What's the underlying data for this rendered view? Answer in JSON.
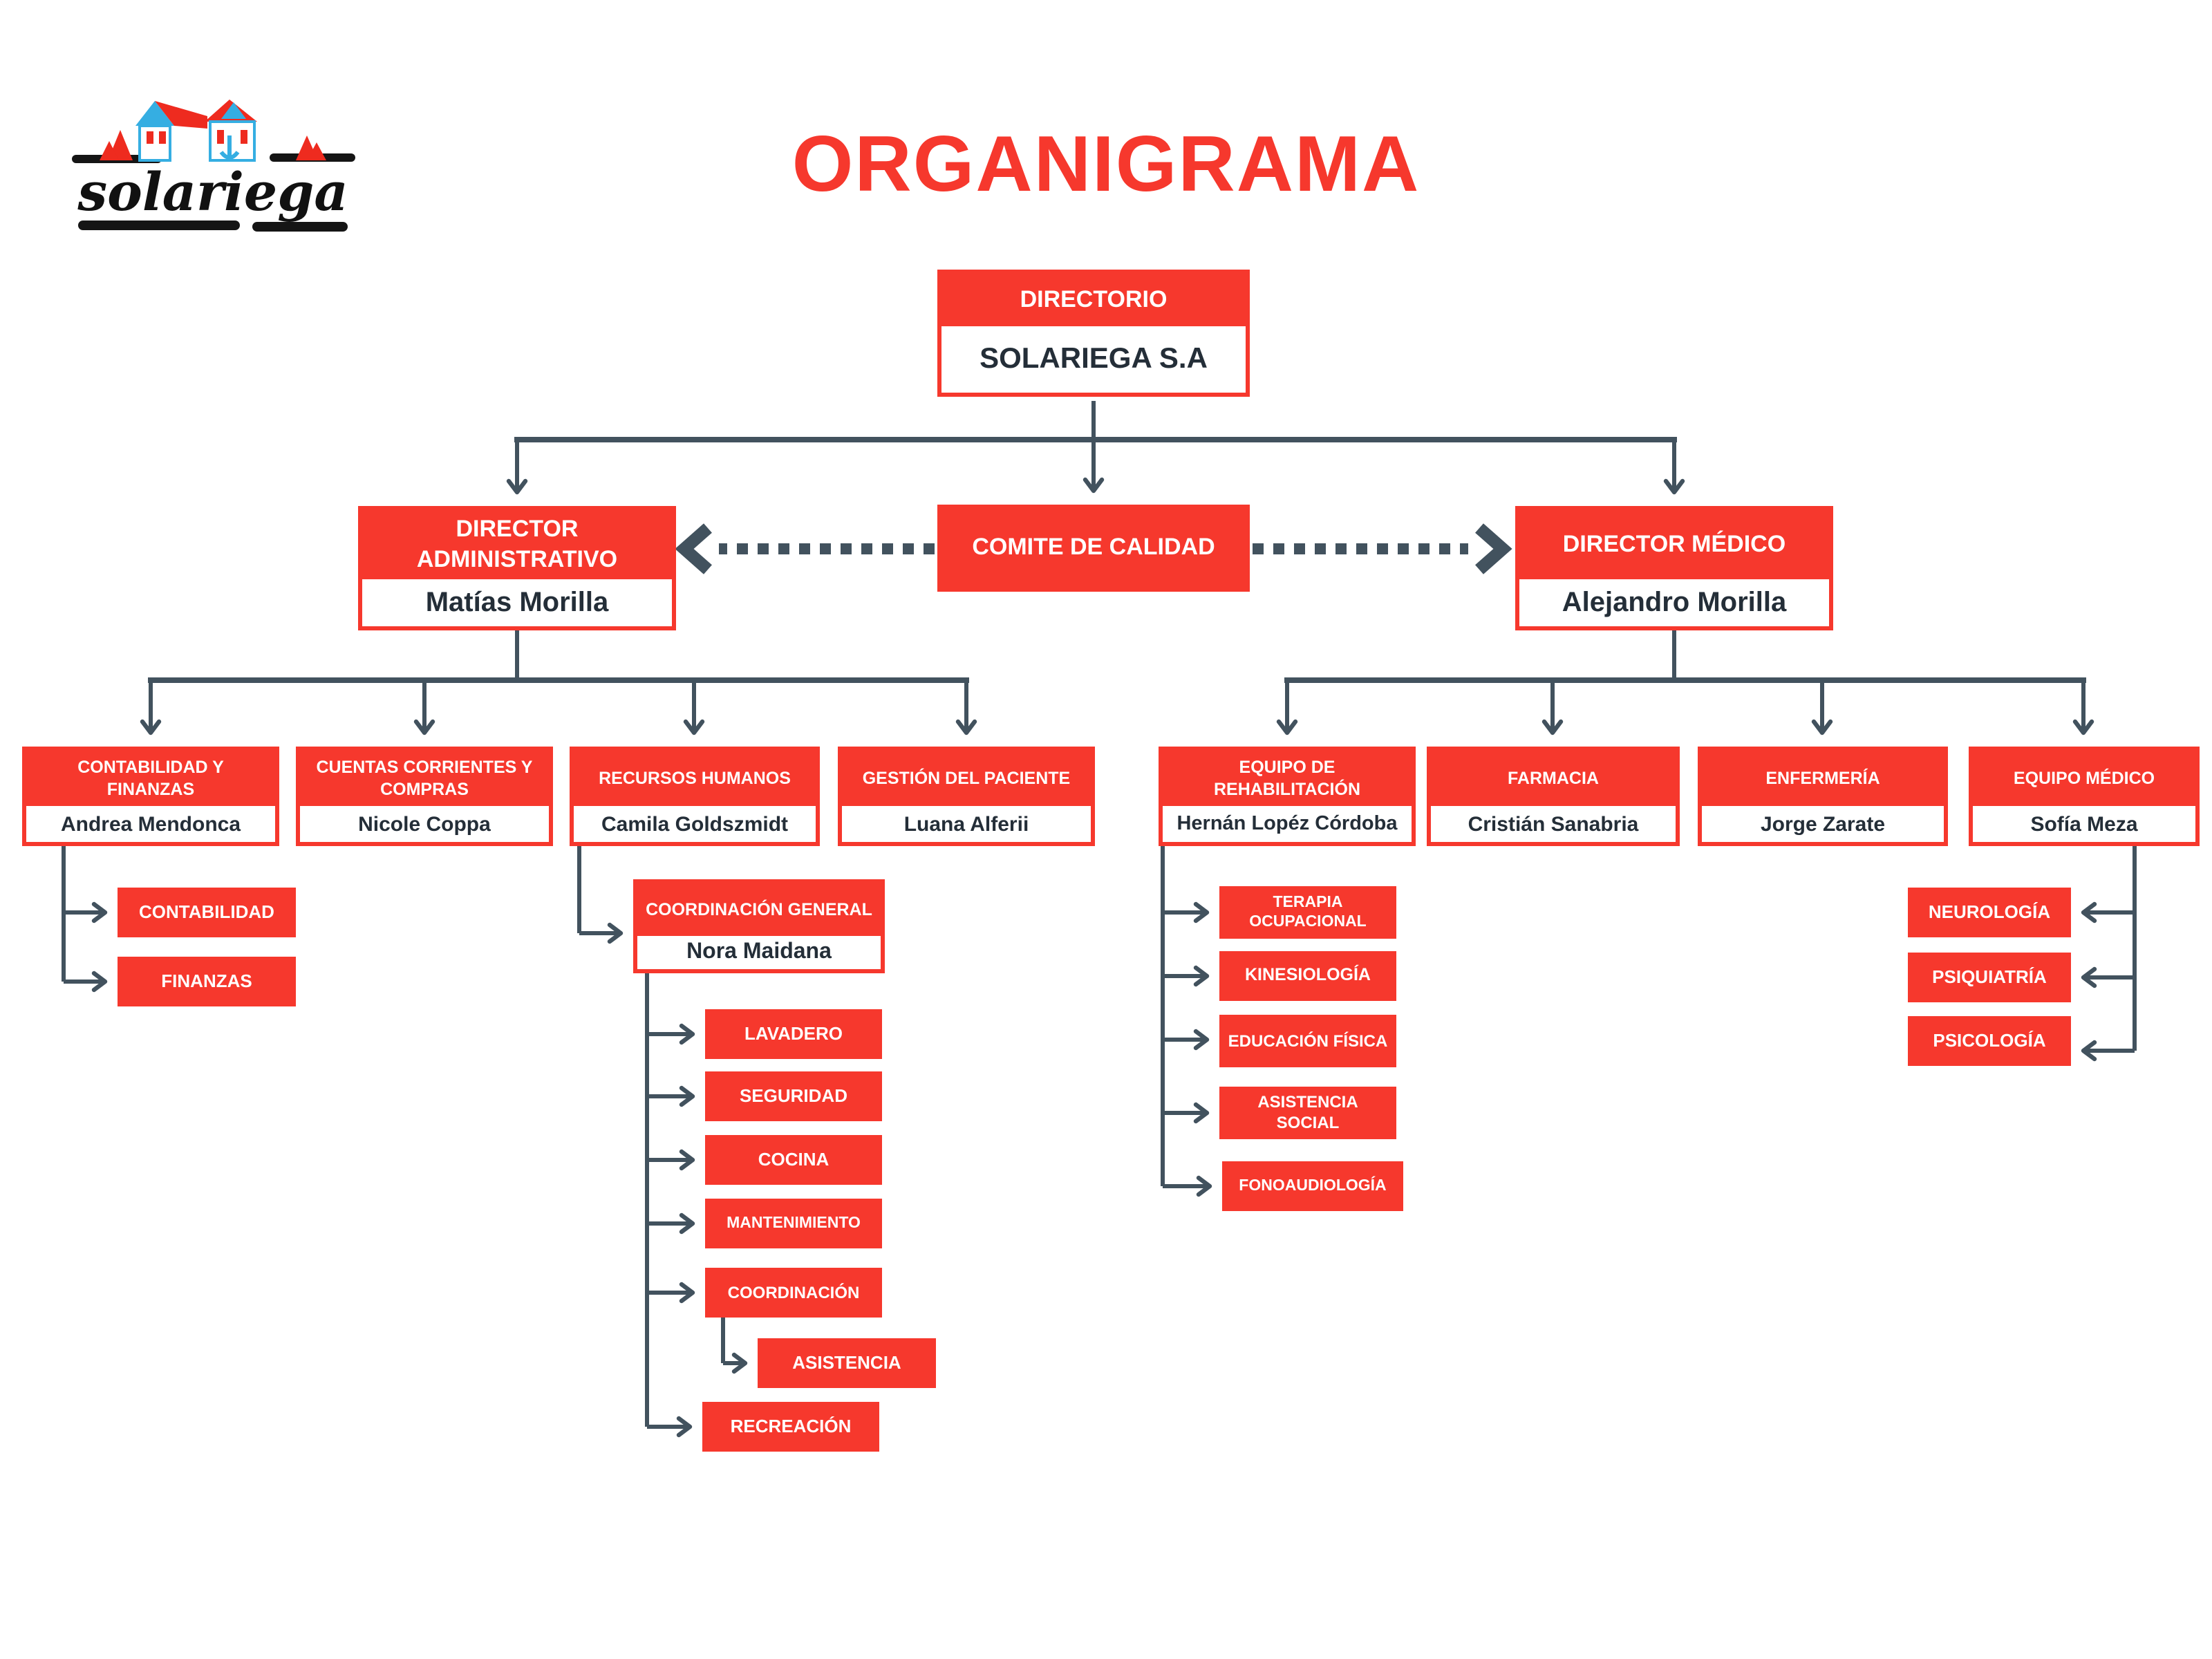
{
  "header": {
    "title": "ORGANIGRAMA",
    "logo_text": "solariega"
  },
  "colors": {
    "accent_red": "#f6382d",
    "line_slate": "#42525e",
    "text_dark": "#242e38",
    "background": "#ffffff"
  },
  "org": {
    "directorio": {
      "title": "DIRECTORIO",
      "company": "SOLARIEGA S.A"
    },
    "comite": {
      "title": "COMITE DE CALIDAD"
    },
    "admin": {
      "title": "DIRECTOR ADMINISTRATIVO",
      "name": "Matías Morilla",
      "departments": [
        {
          "title": "CONTABILIDAD Y FINANZAS",
          "name": "Andrea Mendonca",
          "units": [
            "CONTABILIDAD",
            "FINANZAS"
          ]
        },
        {
          "title": "CUENTAS CORRIENTES Y COMPRAS",
          "name": "Nicole Coppa"
        },
        {
          "title": "RECURSOS HUMANOS",
          "name": "Camila Goldszmidt",
          "coordination": {
            "title": "COORDINACIÓN GENERAL",
            "name": "Nora Maidana",
            "units": [
              "LAVADERO",
              "SEGURIDAD",
              "COCINA",
              "MANTENIMIENTO",
              "COORDINACIÓN",
              "RECREACIÓN"
            ],
            "sub_unit": "ASISTENCIA"
          }
        },
        {
          "title": "GESTIÓN DEL PACIENTE",
          "name": "Luana Alferii"
        }
      ]
    },
    "medico": {
      "title": "DIRECTOR MÉDICO",
      "name": "Alejandro Morilla",
      "departments": [
        {
          "title": "EQUIPO DE REHABILITACIÓN",
          "name": "Hernán Lopéz Córdoba",
          "units": [
            "TERAPIA OCUPACIONAL",
            "KINESIOLOGÍA",
            "EDUCACIÓN FÍSICA",
            "ASISTENCIA SOCIAL",
            "FONOAUDIOLOGÍA"
          ]
        },
        {
          "title": "FARMACIA",
          "name": "Cristián Sanabria"
        },
        {
          "title": "ENFERMERÍA",
          "name": "Jorge Zarate"
        },
        {
          "title": "EQUIPO MÉDICO",
          "name": "Sofía Meza",
          "units": [
            "NEUROLOGÍA",
            "PSIQUIATRÍA",
            "PSICOLOGÍA"
          ]
        }
      ]
    }
  }
}
